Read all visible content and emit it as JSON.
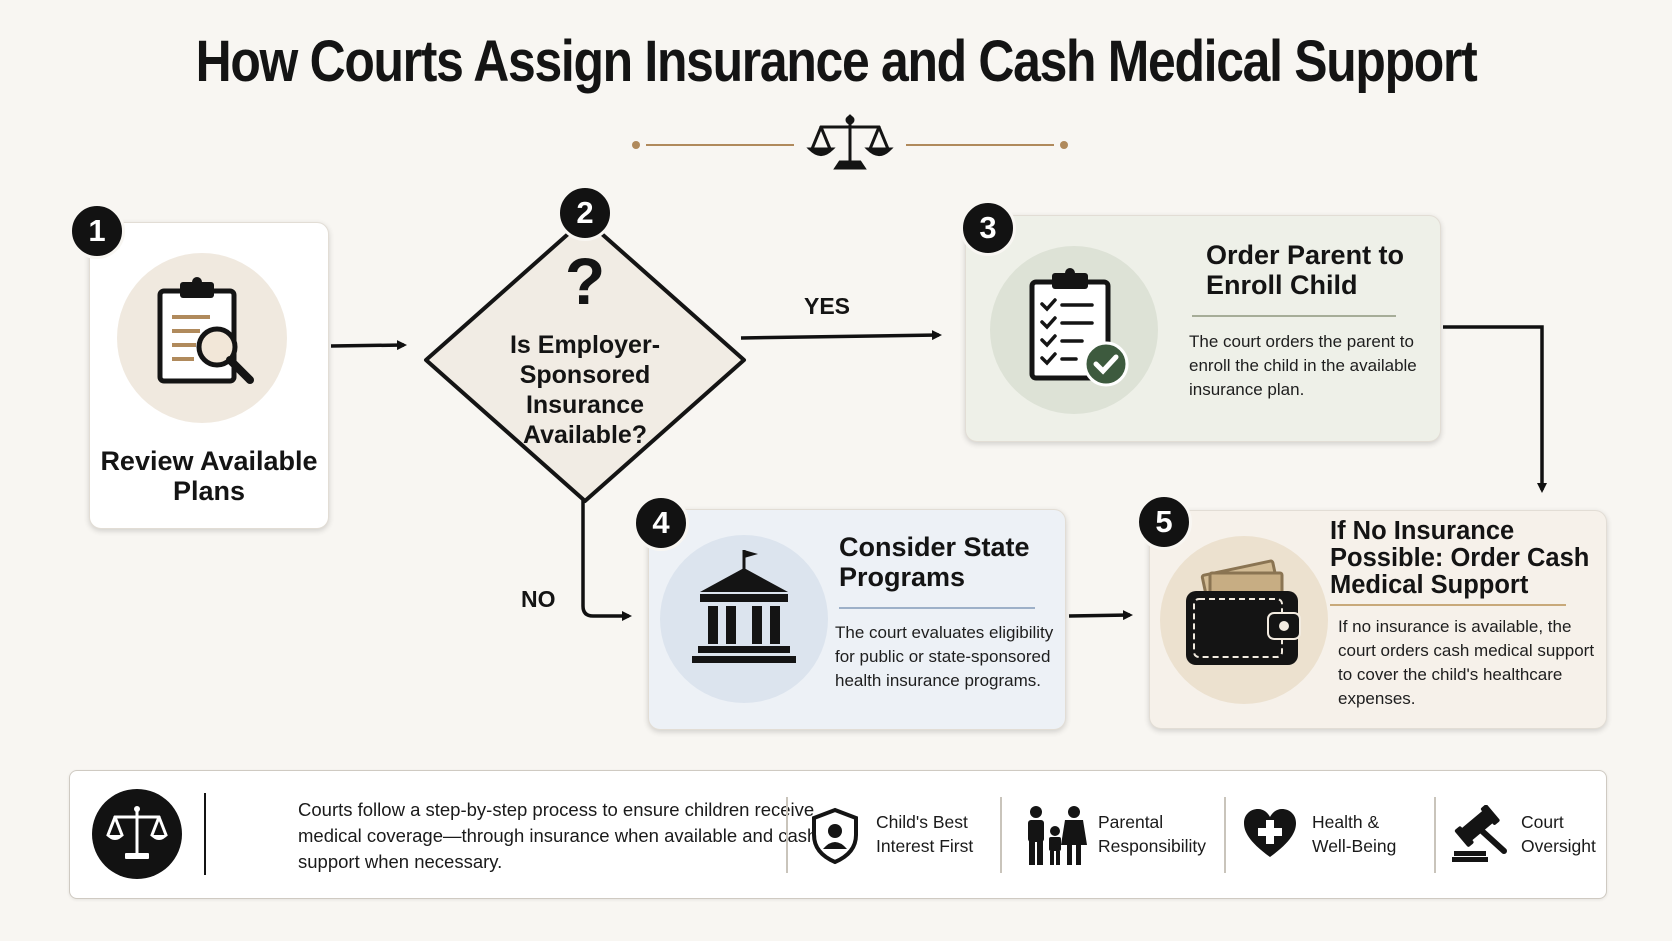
{
  "title": "How Courts Assign Insurance and Cash Medical Support",
  "colors": {
    "background": "#f8f6f2",
    "gold_accent": "#b08a5c",
    "dark": "#121212",
    "check_green": "#3d5a3e",
    "step3_bg": "#eef0e8",
    "step4_bg": "#edf1f6",
    "step5_bg": "#f6f1ea"
  },
  "header_icon": "scales-of-justice-icon",
  "steps": [
    {
      "number": "1",
      "title": "Review Available Plans",
      "icon": "clipboard-magnifier-icon"
    },
    {
      "number": "2",
      "question": "Is Employer-Sponsored Insurance Available?",
      "icon": "question-mark-icon"
    },
    {
      "number": "3",
      "title": "Order Parent to Enroll Child",
      "description": "The court orders the parent to enroll the child in the available insurance plan.",
      "icon": "clipboard-checklist-icon"
    },
    {
      "number": "4",
      "title": "Consider State Programs",
      "description": "The court evaluates eligibility for public or state-sponsored health insurance programs.",
      "icon": "government-building-icon"
    },
    {
      "number": "5",
      "title": "If No Insurance Possible: Order Cash Medical Support",
      "description": "If no insurance is available, the court orders cash medical support to cover the child's healthcare expenses.",
      "icon": "wallet-cash-icon"
    }
  ],
  "edges": {
    "yes": "YES",
    "no": "NO"
  },
  "summary": {
    "text": "Courts follow a step-by-step process to ensure children receive medical coverage—through insurance when available and cash support when necessary.",
    "icon": "scales-of-justice-icon"
  },
  "values": [
    {
      "label": "Child's Best Interest First",
      "icon": "shield-person-icon"
    },
    {
      "label": "Parental Responsibility",
      "icon": "family-icon"
    },
    {
      "label": "Health & Well-Being",
      "icon": "heart-cross-icon"
    },
    {
      "label": "Court Oversight",
      "icon": "gavel-icon"
    }
  ]
}
